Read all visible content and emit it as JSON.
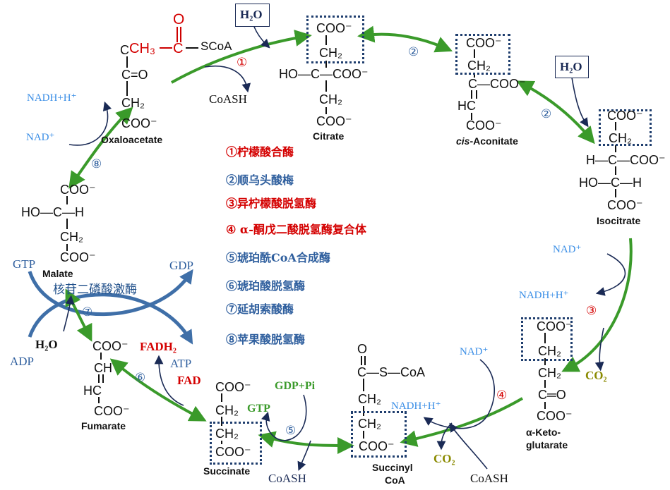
{
  "colors": {
    "green_arrow": "#3a9a2a",
    "cofactor_arrow": "#1a2a55",
    "gtp_arrow": "#3f6fa8",
    "enzyme_red": "#d40000",
    "enzyme_blue": "#2f5f9e",
    "box_border": "#1f3e6e"
  },
  "acetyl_coa": {
    "o": "O",
    "ch3": "CH₃",
    "c": "C",
    "scoa": "SCoA"
  },
  "oxaloacetate": {
    "c_top": "C",
    "c_o": "C=O",
    "ch2": "CH₂",
    "coo": "COO⁻",
    "name": "Oxaloacetate"
  },
  "citrate": {
    "coo1": "COO⁻",
    "ch2a": "CH₂",
    "mid": "HO—C—COO⁻",
    "ch2b": "CH₂",
    "coo2": "COO⁻",
    "name": "Citrate"
  },
  "cis_aconitate": {
    "coo1": "COO⁻",
    "ch2": "CH₂",
    "mid": "C—COO⁻",
    "hc": "HC",
    "coo2": "COO⁻",
    "name_italic": "cis",
    "name": "-Aconitate"
  },
  "isocitrate": {
    "coo1": "COO⁻",
    "ch2": "CH₂",
    "mid1": "H—C—COO⁻",
    "mid2": "HO—C—H",
    "coo2": "COO⁻",
    "name": "Isocitrate"
  },
  "alpha_ketoglutarate": {
    "coo1": "COO⁻",
    "ch2a": "CH₂",
    "ch2b": "CH₂",
    "c_o": "C═O",
    "coo2": "COO⁻",
    "name1": "α-Keto-",
    "name2": "glutarate"
  },
  "succinyl_coa": {
    "o": "O",
    "top": "C—S—CoA",
    "ch2a": "CH₂",
    "ch2b": "CH₂",
    "coo": "COO⁻",
    "name1": "Succinyl",
    "name2": "CoA"
  },
  "succinate": {
    "coo1": "COO⁻",
    "ch2a": "CH₂",
    "ch2b": "CH₂",
    "coo2": "COO⁻",
    "name": "Succinate"
  },
  "fumarate": {
    "coo1": "COO⁻",
    "ch": "CH",
    "hc": "HC",
    "coo2": "COO⁻",
    "name": "Fumarate"
  },
  "malate": {
    "coo1": "COO⁻",
    "mid": "HO—C—H",
    "ch2": "CH₂",
    "coo2": "COO⁻",
    "name": "Malate"
  },
  "cofactors": {
    "h2o_1": "H₂O",
    "coash_1": "CoASH",
    "h2o_2": "H₂O",
    "nad_3": "NAD⁺",
    "nadh_3": "NADH+H⁺",
    "co2_3": "CO₂",
    "nad_4": "NAD⁺",
    "nadh_4": "NADH+H⁺",
    "co2_4": "CO₂",
    "coash_4": "CoASH",
    "gdp_pi": "GDP+Pi",
    "gtp_5": "GTP",
    "coash_5": "CoASH",
    "fadh2": "FADH₂",
    "fad": "FAD",
    "h2o_7": "H₂O",
    "nadh_8": "NADH+H⁺",
    "nad_8": "NAD⁺",
    "gtp": "GTP",
    "gdp": "GDP",
    "adp": "ADP",
    "atp": "ATP",
    "ndk": "核苷二磷酸激酶"
  },
  "steps": [
    "①",
    "②",
    "②",
    "③",
    "④",
    "⑤",
    "⑥",
    "⑦",
    "⑧"
  ],
  "enzymes": [
    {
      "label": "①柠檬酸合酶",
      "color": "red"
    },
    {
      "label": "②顺乌头酸梅",
      "color": "blue"
    },
    {
      "label": "③异柠檬酸脱氢酶",
      "color": "red"
    },
    {
      "label": "④ α-酮戊二酸脱氢酶复合体",
      "color": "red"
    },
    {
      "label": "⑤琥珀酰CoA合成酶",
      "color": "blue"
    },
    {
      "label": "⑥琥珀酸脱氢酶",
      "color": "blue"
    },
    {
      "label": "⑦延胡索酸酶",
      "color": "blue"
    },
    {
      "label": "⑧苹果酸脱氢酶",
      "color": "blue"
    }
  ]
}
